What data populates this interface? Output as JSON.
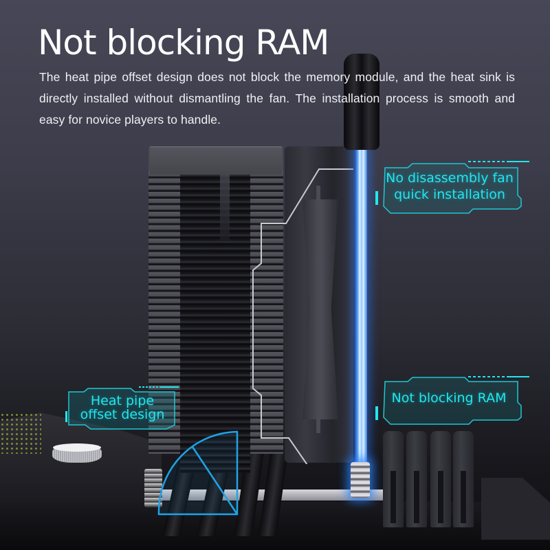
{
  "header": {
    "title": "Not blocking RAM",
    "description": "The heat pipe offset design does not block the memory module, and the heat sink is directly installed without dismantling the fan. The installation process is smooth and easy for novice players to handle."
  },
  "callouts": {
    "fan_install": {
      "line1": "No disassembly fan",
      "line2": "quick installation"
    },
    "ram": {
      "line1": "Not blocking RAM"
    },
    "heat_pipe": {
      "line1": "Heat pipe",
      "line2": "offset design"
    }
  },
  "colors": {
    "accent_cyan": "#22e6ee",
    "glow_blue": "#2a8cff",
    "angle_blue": "#1fa3e8"
  },
  "icons": [
    "screwdriver-icon",
    "angle-icon"
  ]
}
